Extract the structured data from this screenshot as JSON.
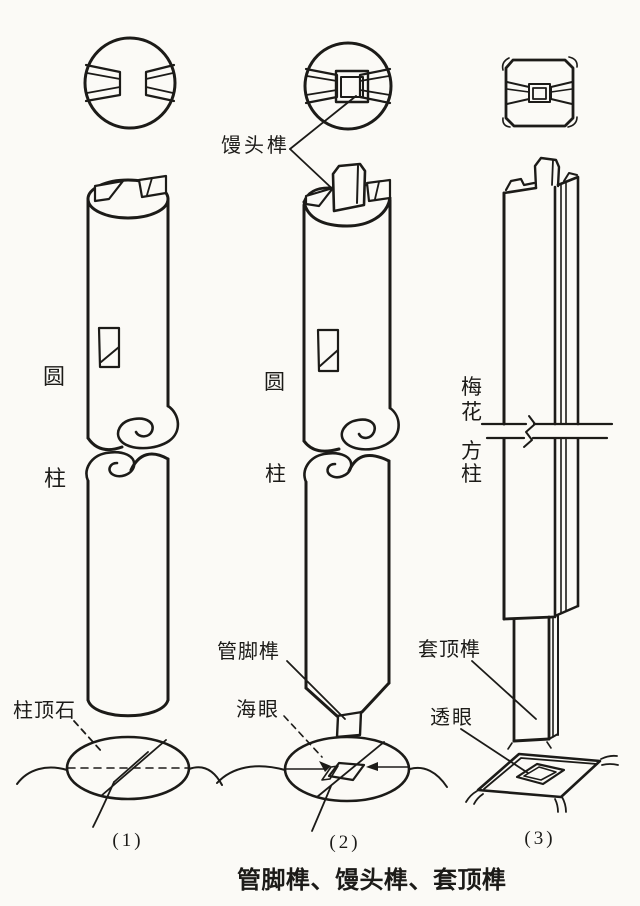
{
  "figure": {
    "caption": "管脚榫、馒头榫、套顶榫",
    "colors": {
      "ink": "#1c1b18",
      "paper": "#fbfaf6"
    },
    "labels": {
      "mantou_tenon": "馒头榫",
      "column_top_stone": "柱顶石",
      "foot_tenon": "管脚榫",
      "sea_eye": "海眼",
      "sleeve_top_tenon": "套顶榫",
      "through_eye": "透眼"
    },
    "panels": [
      {
        "number": "(1)",
        "column_type": "圆柱",
        "column_type_chars": [
          "圆",
          "柱"
        ]
      },
      {
        "number": "(2)",
        "column_type": "圆柱",
        "column_type_chars": [
          "圆",
          "柱"
        ]
      },
      {
        "number": "(3)",
        "column_type": "梅花方柱",
        "column_type_chars": [
          "梅",
          "花",
          "方",
          "柱"
        ]
      }
    ]
  }
}
